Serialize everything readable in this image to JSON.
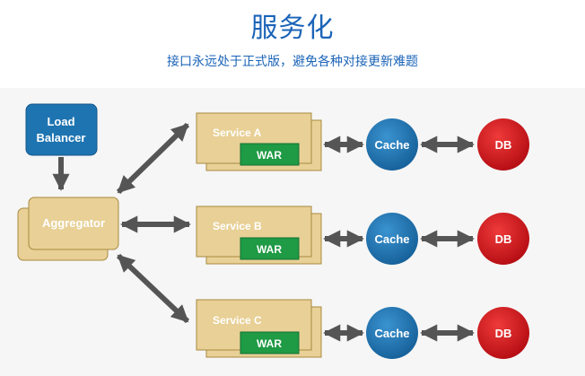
{
  "header": {
    "title": "服务化",
    "subtitle": "接口永远处于正式版，避免各种对接更新难题"
  },
  "load_balancer": {
    "line1": "Load",
    "line2": "Balancer"
  },
  "aggregator": {
    "label": "Aggregator"
  },
  "services": [
    {
      "name": "Service A",
      "artifact": "WAR",
      "cache": "Cache",
      "db": "DB"
    },
    {
      "name": "Service B",
      "artifact": "WAR",
      "cache": "Cache",
      "db": "DB"
    },
    {
      "name": "Service C",
      "artifact": "WAR",
      "cache": "Cache",
      "db": "DB"
    }
  ],
  "colors": {
    "title": "#1b64b8",
    "load_balancer": "#1e74b1",
    "box_fill": "#e8d096",
    "box_stroke": "#a88a40",
    "war": "#1f9a45",
    "cache": "#1b74b4",
    "db": "#d9141b",
    "arrow": "#555555",
    "panel_bg": "#f6f6f6"
  }
}
